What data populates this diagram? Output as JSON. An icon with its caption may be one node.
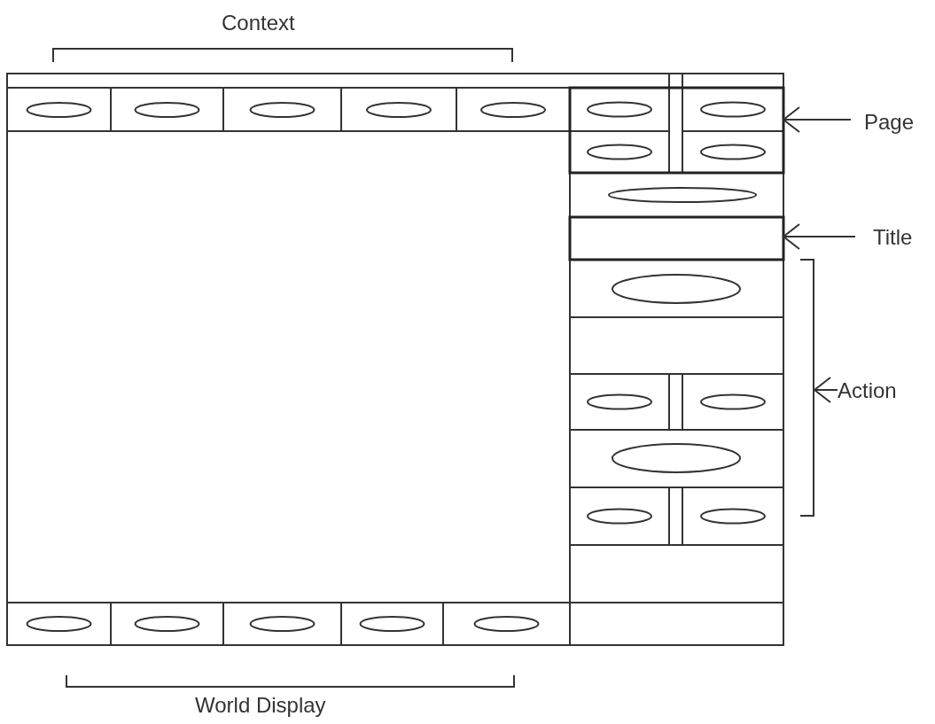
{
  "diagram": {
    "nodes": [
      {
        "text": [
          "Page"
        ]
      },
      {
        "text": [],
        "shape": "box"
      },
      {
        "text": [
          "Title"
        ]
      },
      {
        "text": [],
        "shape": "box"
      },
      {
        "text": [
          "Action"
        ]
      },
      {
        "text": [],
        "shape": "bracket"
      }
    ],
    "edges": [
      {
        "from": 0,
        "to": 1,
        "arrow": "to"
      },
      {
        "from": 2,
        "to": 3,
        "arrow": "to"
      },
      {
        "from": 4,
        "to": 5,
        "arrow": "to"
      }
    ],
    "labels": [
      "Context",
      "World Display"
    ]
  }
}
